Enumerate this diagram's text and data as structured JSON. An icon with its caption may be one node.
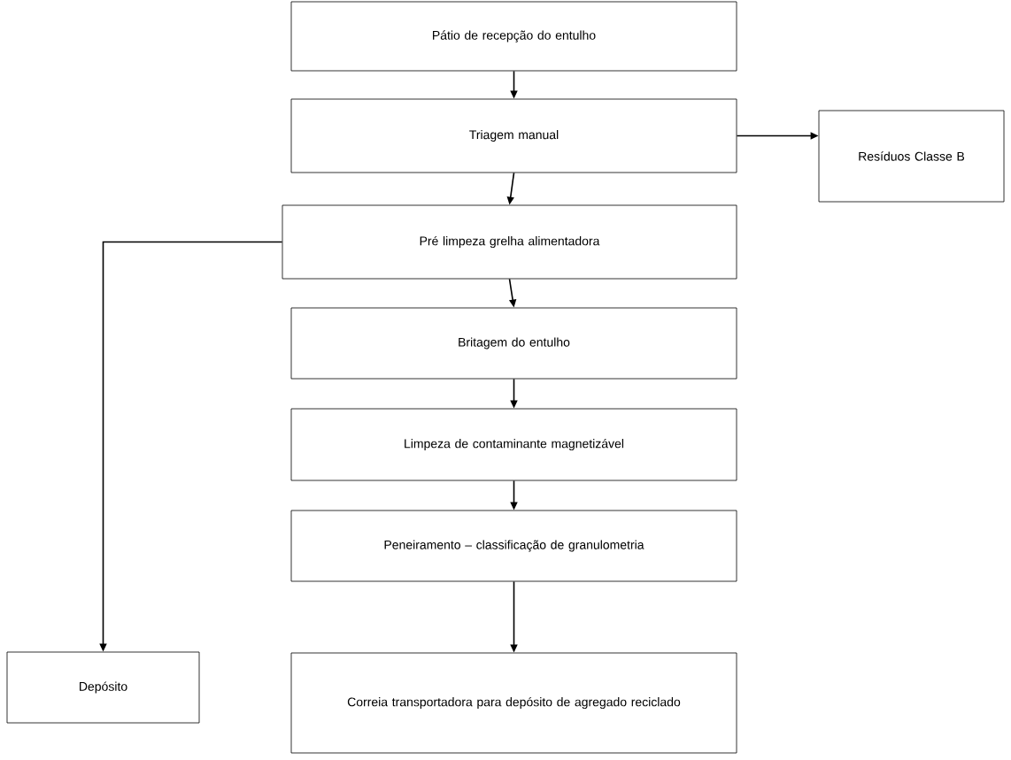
{
  "diagram": {
    "nodes": [
      {
        "text": [
          "Pátio de recepção do entulho"
        ]
      },
      {
        "text": [
          "Triagem manual"
        ]
      },
      {
        "text": [
          "Resíduos Classe B"
        ]
      },
      {
        "text": [
          "Pré limpeza grelha alimentadora"
        ]
      },
      {
        "text": [
          "Britagem do entulho"
        ]
      },
      {
        "text": [
          "Limpeza de contaminante magnetizável"
        ]
      },
      {
        "text": [
          "Peneiramento – classificação de granulometria"
        ]
      },
      {
        "text": [
          "Depósito"
        ]
      },
      {
        "text": [
          "Correia transportadora para depósito de agregado reciclado"
        ]
      }
    ],
    "edges": [
      {
        "from": 0,
        "to": 1,
        "arrow": "to"
      },
      {
        "from": 1,
        "to": 2,
        "arrow": "to"
      },
      {
        "from": 1,
        "to": 3,
        "arrow": "to"
      },
      {
        "from": 3,
        "to": 4,
        "arrow": "to"
      },
      {
        "from": 4,
        "to": 5,
        "arrow": "to"
      },
      {
        "from": 5,
        "to": 6,
        "arrow": "to"
      },
      {
        "from": 6,
        "to": 8,
        "arrow": "to"
      },
      {
        "from": 3,
        "to": 7,
        "arrow": "to"
      }
    ]
  }
}
